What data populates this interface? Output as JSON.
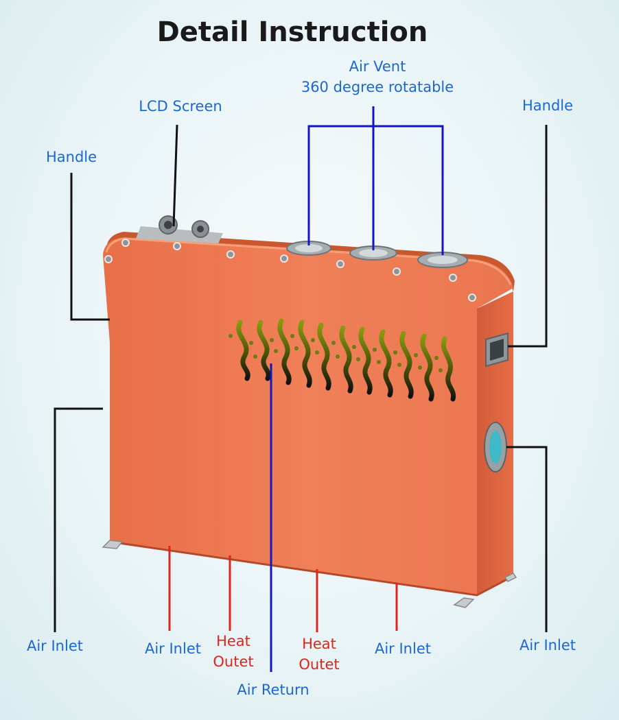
{
  "title": "Detail Instruction",
  "labels": {
    "air_vent_line1": "Air Vent",
    "air_vent_line2": "360 degree rotatable",
    "lcd_screen": "LCD Screen",
    "handle_left": "Handle",
    "handle_right": "Handle",
    "air_inlet_far_left": "Air Inlet",
    "air_inlet_left": "Air Inlet",
    "heat_outlet_left_line1": "Heat",
    "heat_outlet_left_line2": "Outet",
    "heat_outlet_right_line1": "Heat",
    "heat_outlet_right_line2": "Outet",
    "air_inlet_right": "Air Inlet",
    "air_inlet_far_right": "Air Inlet",
    "air_return": "Air Return"
  },
  "colors": {
    "blue_label": "#1a67d6",
    "red_label": "#e0231e",
    "body_orange": "#ec7a52",
    "leader_black": "#111111",
    "leader_blue": "#1414c8",
    "leader_red": "#e0231e"
  }
}
